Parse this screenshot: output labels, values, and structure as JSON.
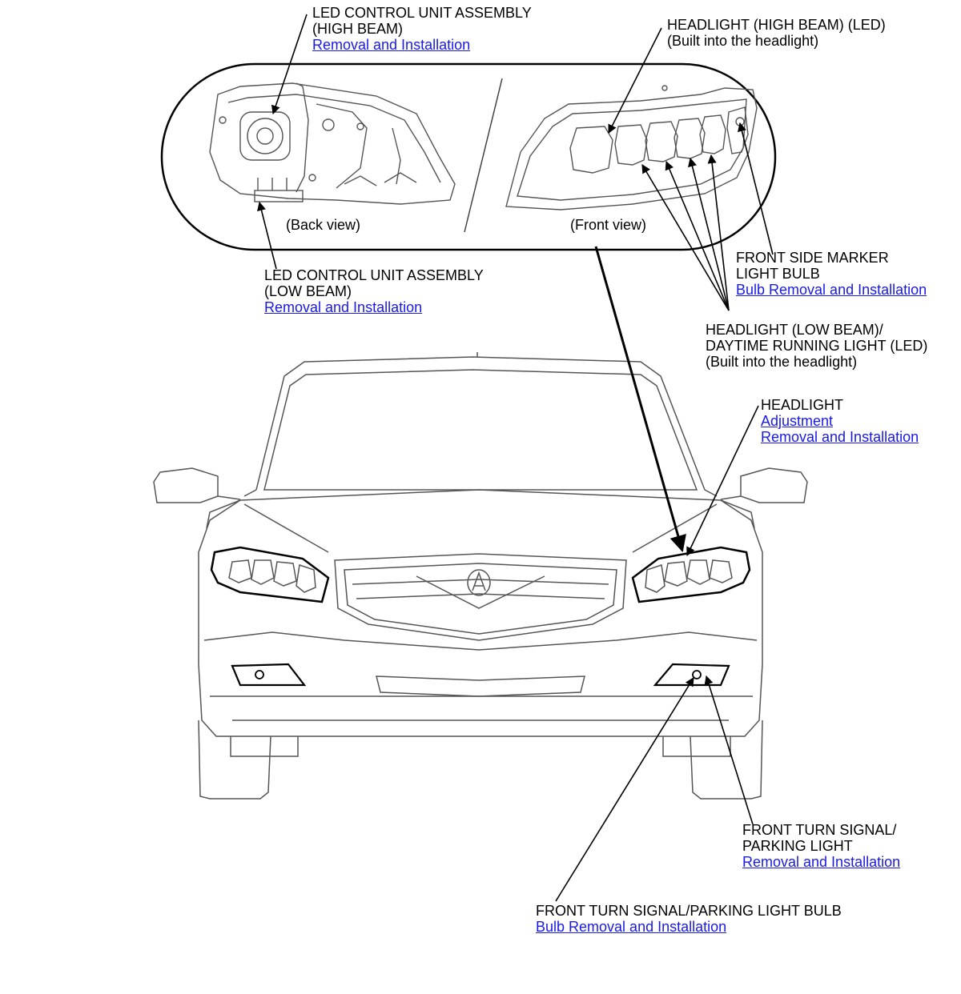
{
  "callouts": {
    "led_high": {
      "lines": [
        "LED CONTROL UNIT ASSEMBLY",
        "(HIGH BEAM)"
      ],
      "link": "Removal and Installation"
    },
    "headlight_high_led": {
      "lines": [
        "HEADLIGHT (HIGH BEAM) (LED)",
        "(Built into the headlight)"
      ]
    },
    "led_low": {
      "lines": [
        "LED CONTROL UNIT ASSEMBLY",
        "(LOW BEAM)"
      ],
      "link": "Removal and Installation"
    },
    "side_marker": {
      "lines": [
        "FRONT SIDE MARKER",
        "LIGHT BULB"
      ],
      "link": "Bulb Removal and Installation"
    },
    "low_beam_drl": {
      "lines": [
        "HEADLIGHT (LOW BEAM)/",
        "DAYTIME RUNNING LIGHT (LED)",
        "(Built into the headlight)"
      ]
    },
    "headlight": {
      "lines": [
        "HEADLIGHT"
      ],
      "links": [
        "Adjustment",
        "Removal and Installation"
      ]
    },
    "turn_signal": {
      "lines": [
        "FRONT TURN SIGNAL/",
        "PARKING LIGHT"
      ],
      "link": "Removal and Installation"
    },
    "turn_signal_bulb": {
      "lines": [
        "FRONT TURN SIGNAL/PARKING LIGHT BULB"
      ],
      "link": "Bulb Removal and Installation"
    }
  },
  "views": {
    "back": "(Back view)",
    "front": "(Front view)"
  },
  "colors": {
    "link": "#1a1ae6",
    "line": "#000000",
    "drawing": "#555555"
  }
}
